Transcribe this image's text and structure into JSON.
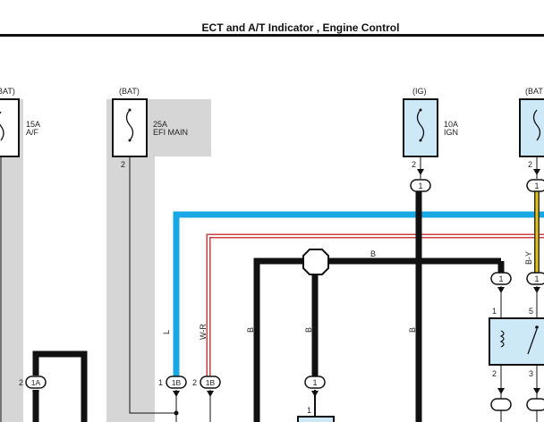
{
  "header": {
    "title": "ECT and A/T Indicator , Engine Control"
  },
  "colors": {
    "blue_wire": "#19a8e6",
    "red_wire": "#d23c3c",
    "yellow_wire": "#e8c21a",
    "fuse_box_fill": "#cde9f7",
    "shade_gray": "#d6d6d6"
  },
  "fuses": [
    {
      "id": "af",
      "source": "(BAT)",
      "rating": "15A",
      "name": "A/F"
    },
    {
      "id": "efi",
      "source": "(BAT)",
      "rating": "25A",
      "name": "EFI MAIN"
    },
    {
      "id": "ign",
      "source": "(IG)",
      "rating": "10A",
      "name": "IGN"
    },
    {
      "id": "right",
      "source": "(BAT"
    }
  ],
  "pins": {
    "efi_out": "2",
    "ign_out": "2",
    "right_out": "2",
    "relay_1": "1",
    "relay_5": "5",
    "relay_2": "2",
    "relay_3": "3",
    "left_1a_side": "2",
    "blue_1b_side": "1",
    "red_1b_side": "2",
    "lower_pin": "1"
  },
  "connectors": {
    "ign_top": "1",
    "right_top": "1",
    "relay_left_top": "1",
    "relay_right_top": "1",
    "left_1a": "1A",
    "blue_1b": "1B",
    "red_1b": "1B",
    "mid_lower": "1"
  },
  "wires": {
    "left_vertical": "L",
    "red_vertical": "W-R",
    "black_top_horizontal": "B",
    "black_left_vertical": "B",
    "black_mid_vertical": "B",
    "black_ign_vertical": "B",
    "yellow_vertical": "B-Y"
  }
}
